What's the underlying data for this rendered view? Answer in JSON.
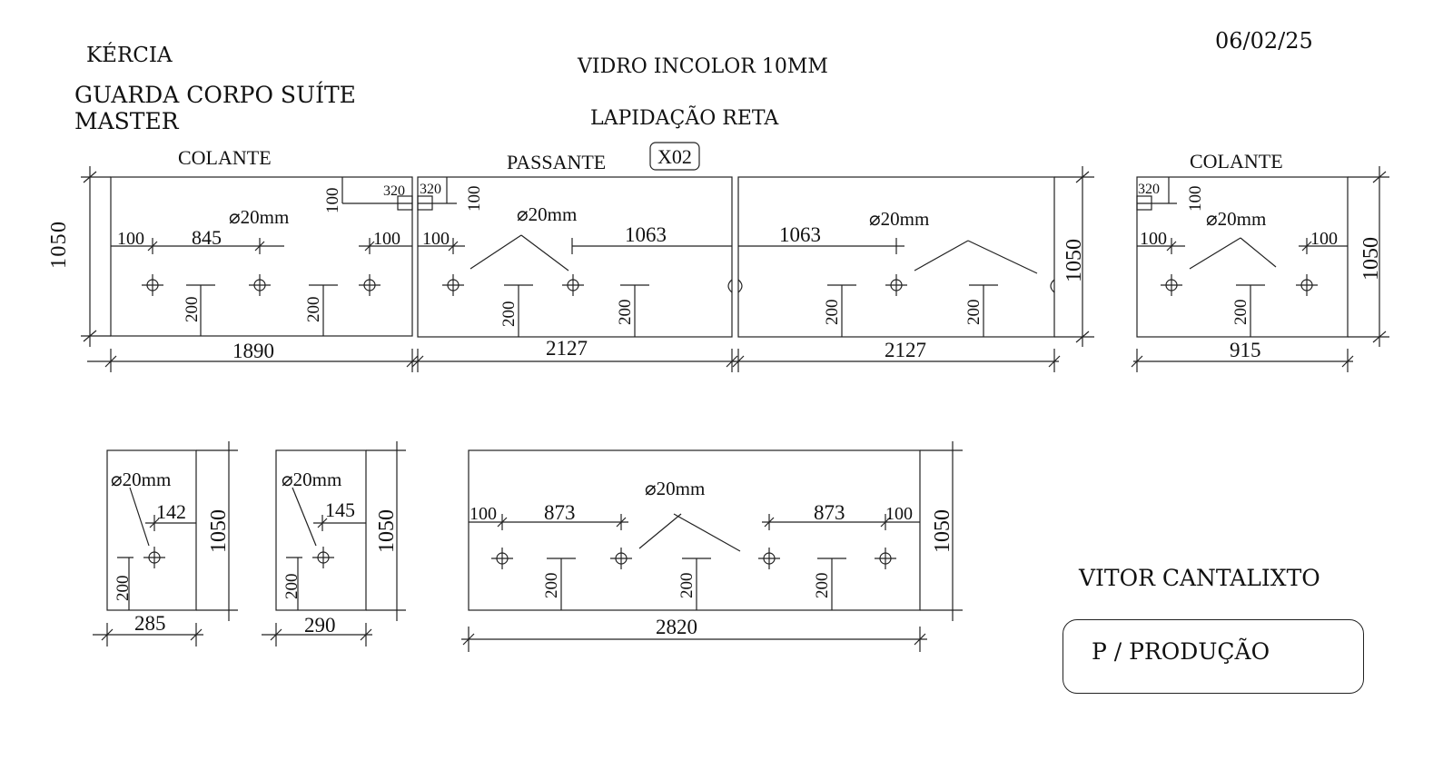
{
  "header": {
    "client": "KÉRCIA",
    "project_line1": "GUARDA CORPO SUÍTE",
    "project_line2": "MASTER",
    "material": "VIDRO INCOLOR 10MM",
    "finish": "LAPIDAÇÃO RETA",
    "date": "06/02/25"
  },
  "footer": {
    "author": "VITOR CANTALIXTO",
    "status": "P / PRODUÇÃO"
  },
  "labels": {
    "colante_left": "COLANTE",
    "passante": "PASSANTE",
    "qty": "X02",
    "colante_right": "COLANTE"
  },
  "hole_note": "⌀20mm",
  "dims": {
    "p1_width": "1890",
    "p1_height": "1050",
    "p1_left": "100",
    "p1_span": "845",
    "p1_right": "100",
    "p1_corner_w": "320",
    "p1_corner_h": "100",
    "p1_low_a": "200",
    "p1_low_b": "200",
    "p2_width": "2127",
    "p2_left": "100",
    "p2_span": "1063",
    "p2_corner_w": "320",
    "p2_corner_h": "100",
    "p2_low_a": "200",
    "p2_low_b": "200",
    "p3_width": "2127",
    "p3_height": "1050",
    "p3_span": "1063",
    "p3_low_a": "200",
    "p3_low_b": "200",
    "p4_width": "915",
    "p4_height": "1050",
    "p4_left": "100",
    "p4_right": "100",
    "p4_corner_w": "320",
    "p4_corner_h": "100",
    "p4_low": "200",
    "p5_width": "285",
    "p5_height": "1050",
    "p5_hole": "142",
    "p5_low": "200",
    "p6_width": "290",
    "p6_height": "1050",
    "p6_hole": "145",
    "p6_low": "200",
    "p7_width": "2820",
    "p7_height": "1050",
    "p7_left": "100",
    "p7_span_a": "873",
    "p7_span_b": "873",
    "p7_right": "100",
    "p7_low_a": "200",
    "p7_low_b": "200",
    "p7_low_c": "200"
  }
}
